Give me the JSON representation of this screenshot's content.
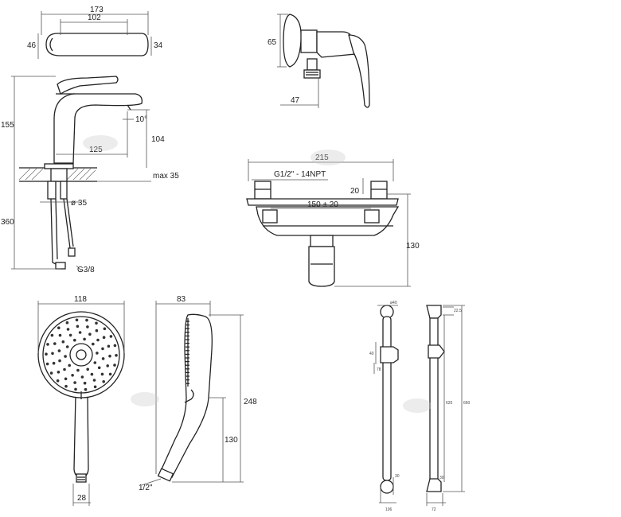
{
  "dimensions": {
    "basin_top": {
      "d173": "173",
      "d102": "102",
      "d46": "46",
      "d34": "34"
    },
    "basin_side": {
      "d155": "155",
      "d10": "10°",
      "d104": "104",
      "d125": "125",
      "dmax": "max 35",
      "d360": "360",
      "d35": "ø 35",
      "dg": "G3/8"
    },
    "shower_mixer_side": {
      "d65": "65",
      "d47": "47"
    },
    "shower_mixer_front": {
      "d215": "215",
      "dg": "G1/2\" - 14NPT",
      "d20": "20",
      "d150": "150 ± 20",
      "d130": "130"
    },
    "hand_shower_front": {
      "d118": "118",
      "d28": "28"
    },
    "hand_shower_side": {
      "d83": "83",
      "d248": "248",
      "d130": "130",
      "dh": "1/2\""
    },
    "rail_front": {
      "d1": "ø40",
      "d2": "40",
      "d3": "78",
      "d4": "30",
      "d5": "106"
    },
    "rail_side": {
      "d1": "22.5",
      "d2": "620",
      "d3": "660",
      "d4": "30",
      "d5": "72"
    }
  }
}
